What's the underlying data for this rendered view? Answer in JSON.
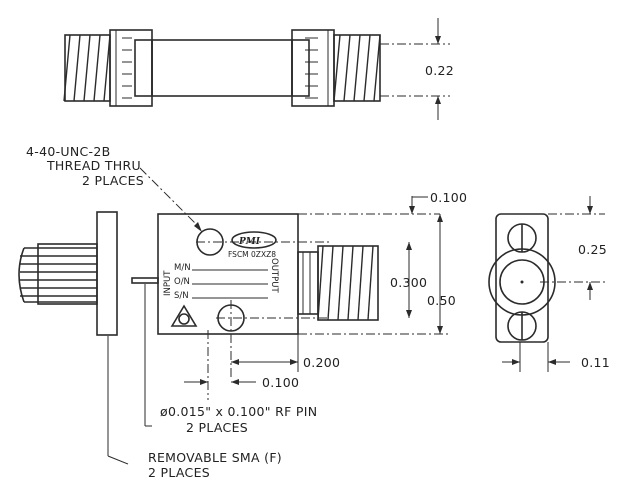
{
  "top_view": {
    "dim_height": "0.22"
  },
  "front_view": {
    "label_mn": "M/N",
    "label_on": "O/N",
    "label_sn": "S/N",
    "label_input": "INPUT",
    "label_output": "OUTPUT",
    "logo_text": "PMI",
    "fscm_text": "FSCM 0ZXZ8",
    "dim_top_offset": "0.100",
    "dim_hole_spacing": "0.300",
    "dim_body_height": "0.50",
    "dim_hole_x": "0.200",
    "dim_pin_offset": "0.100"
  },
  "side_view": {
    "dim_center": "0.25",
    "dim_pin": "0.11"
  },
  "callouts": {
    "thread_line1": "4-40-UNC-2B",
    "thread_line2": "THREAD THRU",
    "thread_line3": "2 PLACES",
    "pin_line1": "ø0.015\" x 0.100\" RF PIN",
    "pin_line2": "2 PLACES",
    "sma_line1": "REMOVABLE SMA (F)",
    "sma_line2": "2 PLACES"
  }
}
